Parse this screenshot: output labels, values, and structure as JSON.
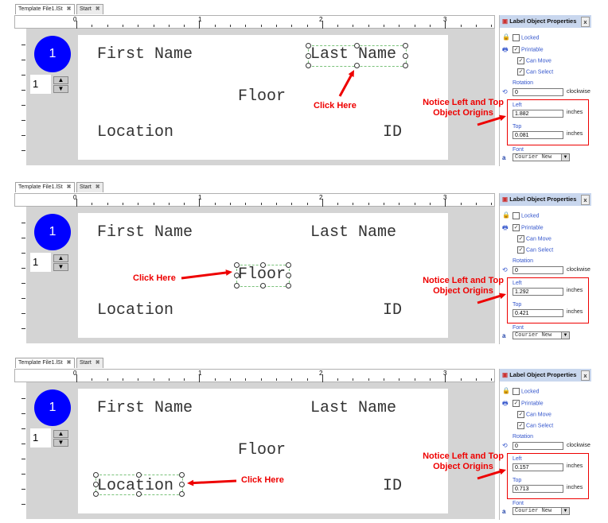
{
  "tabs": [
    {
      "label": "Template File1.lSt"
    },
    {
      "label": "Start"
    }
  ],
  "ruler_numbers": [
    "0",
    "1",
    "2",
    "3"
  ],
  "circle_label": "1",
  "spinner_value": "1",
  "fields": {
    "first_name": "First Name",
    "last_name": "Last Name",
    "floor": "Floor",
    "location": "Location",
    "id": "ID"
  },
  "properties": {
    "title": "Label Object Properties",
    "close": "x",
    "locked": "Locked",
    "locked_checked": false,
    "printable": "Printable",
    "printable_checked": true,
    "can_move": "Can Move",
    "can_move_checked": true,
    "can_select": "Can Select",
    "can_select_checked": true,
    "rotation_label": "Rotation",
    "rotation_value": "0",
    "rotation_unit": "clockwise",
    "left_label": "Left",
    "top_label": "Top",
    "unit": "inches",
    "font_label": "Font",
    "font_value": "Courier New"
  },
  "panels": [
    {
      "selected": "last_name",
      "left": "1.882",
      "top": "0.081",
      "click_here": "Click Here",
      "notice": "Notice Left and Top Object Origins"
    },
    {
      "selected": "floor",
      "left": "1.292",
      "top": "0.421",
      "click_here": "Click Here",
      "notice": "Notice Left and Top Object Origins"
    },
    {
      "selected": "location",
      "left": "0.157",
      "top": "0.713",
      "click_here": "Click Here",
      "notice": "Notice Left and Top Object Origins"
    }
  ],
  "accent_colors": {
    "circle": "#0000ff",
    "annotation": "#ee0000",
    "selection": "#7ac27a"
  }
}
